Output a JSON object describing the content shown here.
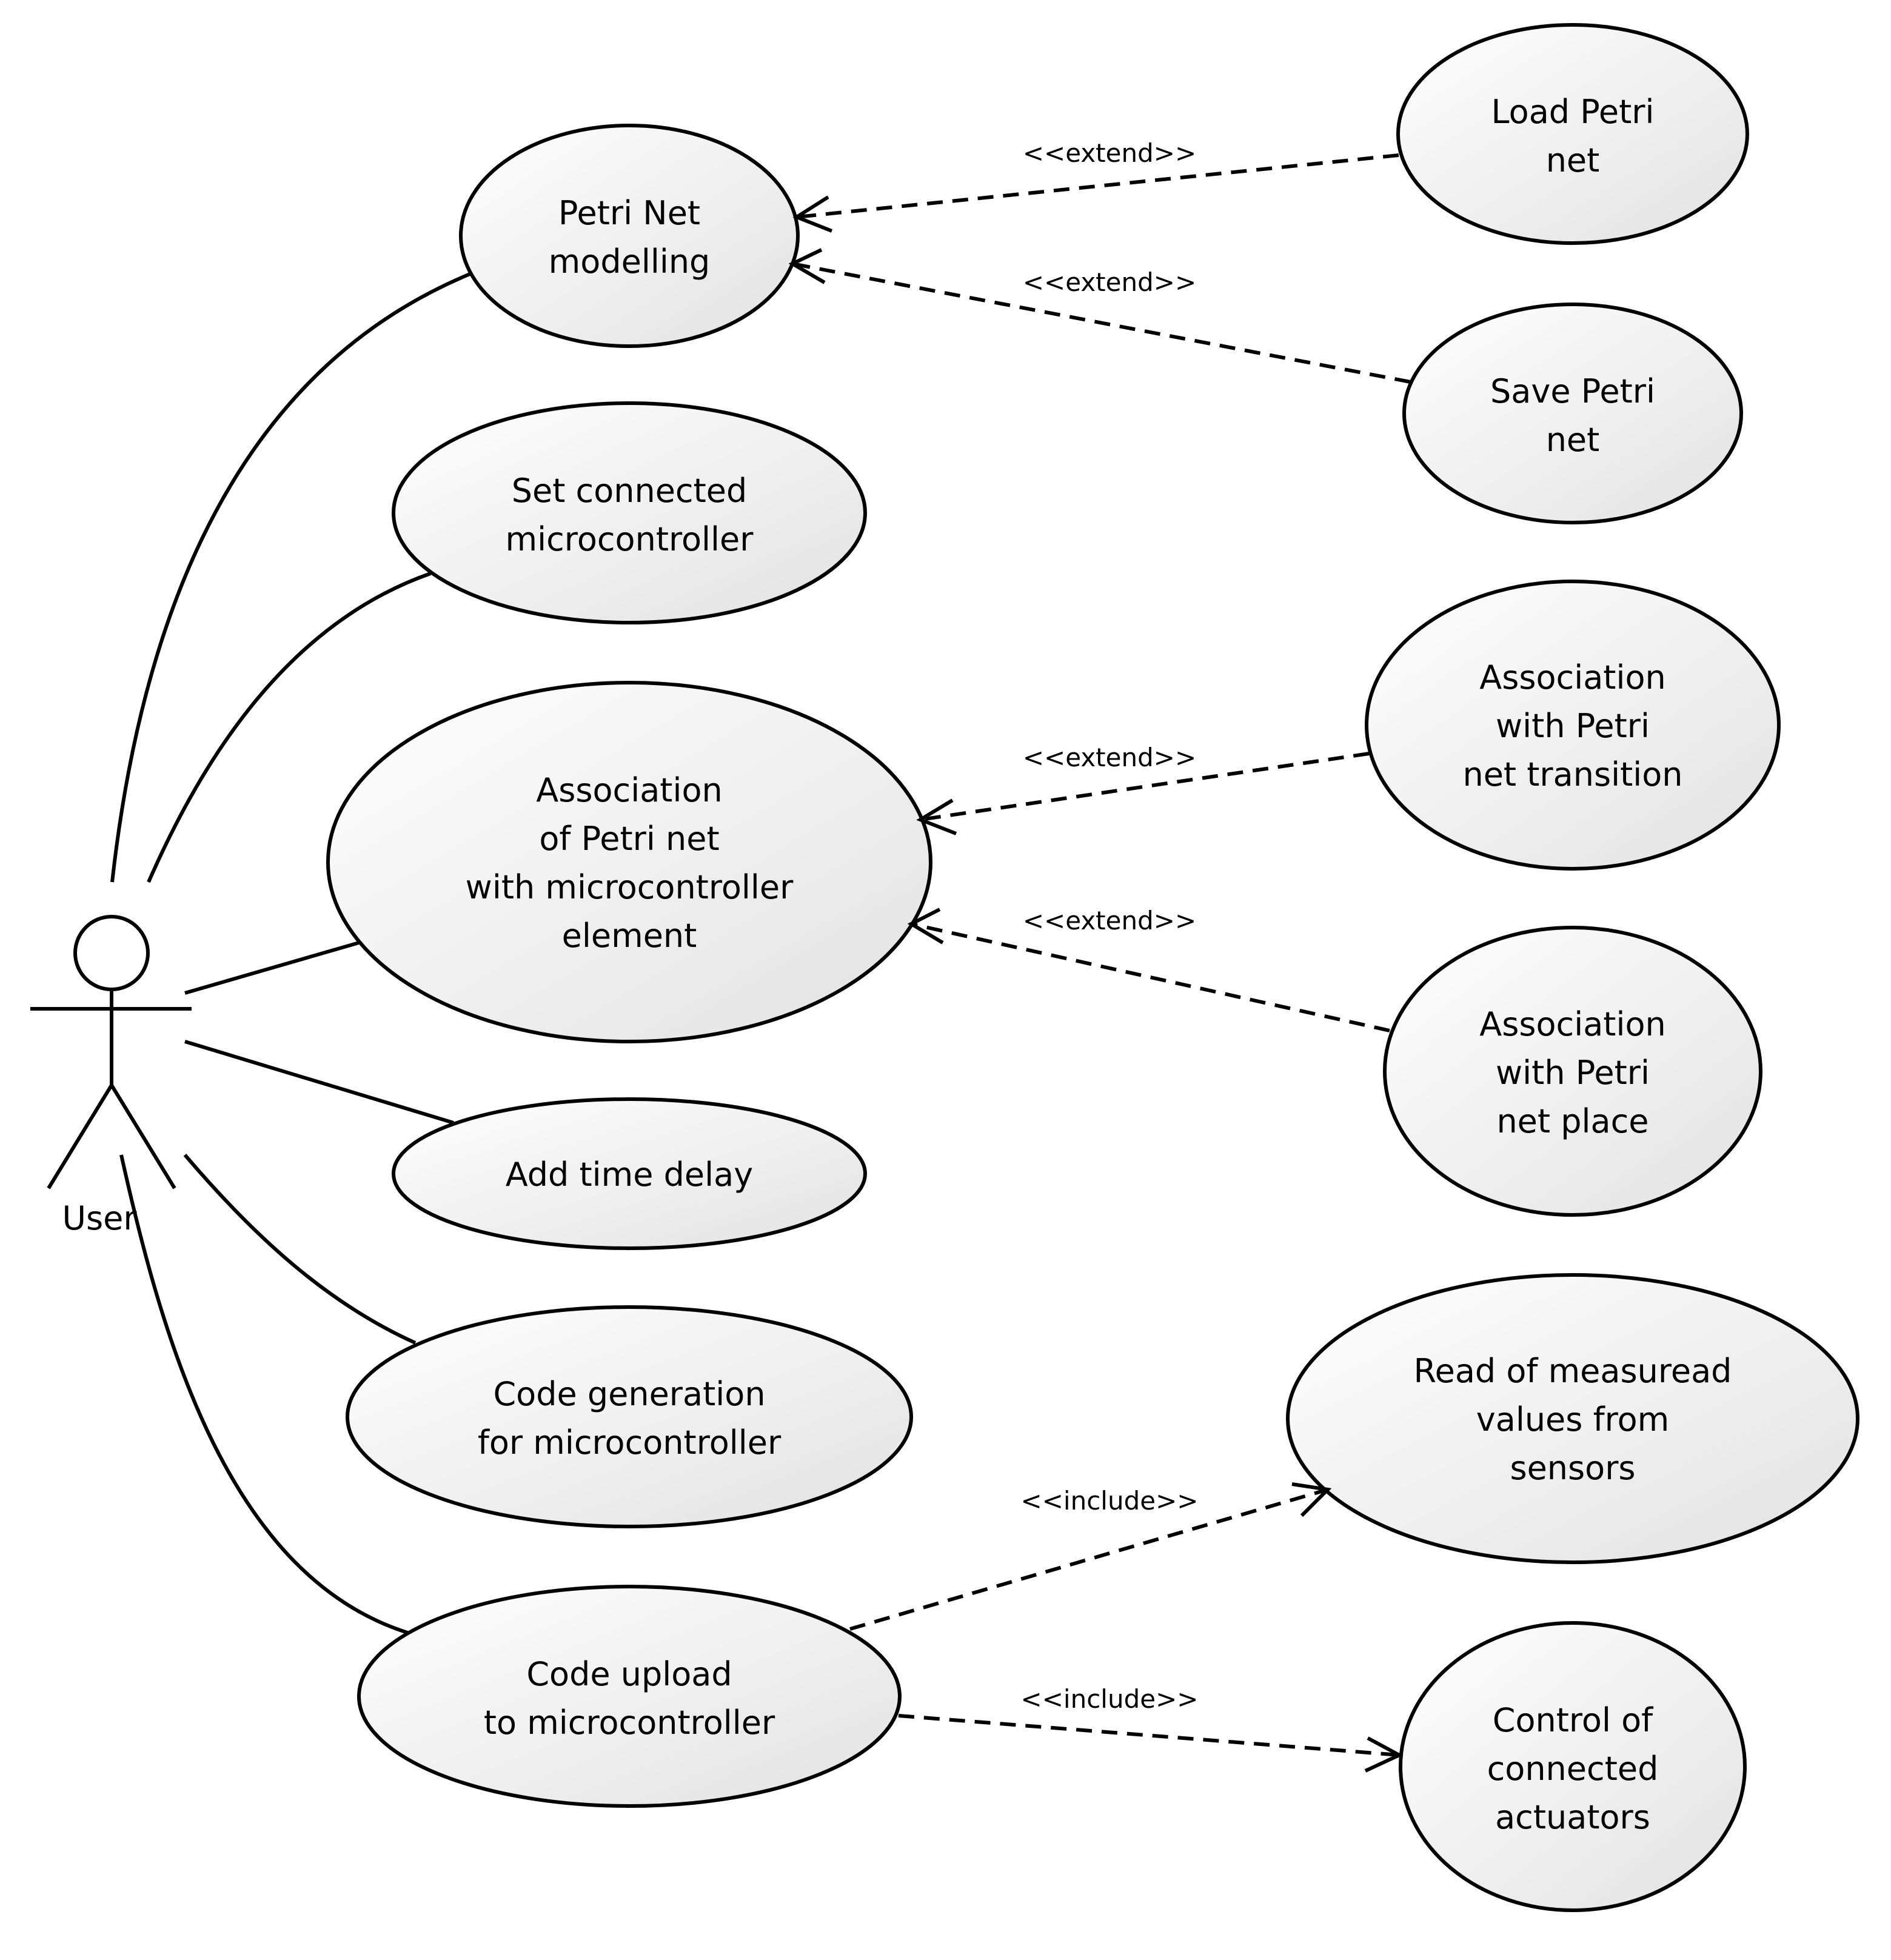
{
  "actor": {
    "label": "User"
  },
  "use_cases": {
    "petri_modelling": [
      "Petri Net",
      "modelling"
    ],
    "set_mcu": [
      "Set connected",
      "microcontroller"
    ],
    "assoc_element": [
      "Association",
      "of Petri net",
      "with microcontroller",
      "element"
    ],
    "time_delay": [
      "Add time delay"
    ],
    "code_gen": [
      "Code generation",
      "for microcontroller"
    ],
    "code_upload": [
      "Code upload",
      "to microcontroller"
    ],
    "load_net": [
      "Load Petri",
      "net"
    ],
    "save_net": [
      "Save Petri",
      "net"
    ],
    "assoc_transition": [
      "Association",
      "with Petri",
      "net transition"
    ],
    "assoc_place": [
      "Association",
      "with Petri",
      "net place"
    ],
    "read_sensors": [
      "Read of measuread",
      "values from",
      "sensors"
    ],
    "control_actuators": [
      "Control of",
      "connected",
      "actuators"
    ]
  },
  "relations": {
    "load_extend": "<<extend>>",
    "save_extend": "<<extend>>",
    "transition_extend": "<<extend>>",
    "place_extend": "<<extend>>",
    "sensors_include": "<<include>>",
    "actuators_include": "<<include>>"
  },
  "colors": {
    "ellipse_light": "#ffffff",
    "ellipse_dark": "#e2e2e2",
    "stroke": "#000000"
  }
}
